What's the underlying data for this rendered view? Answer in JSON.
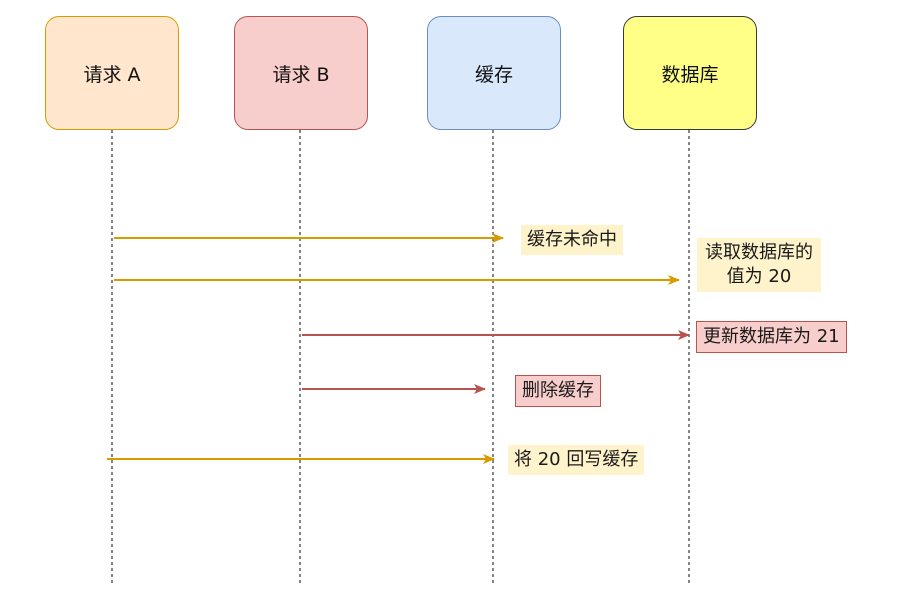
{
  "participants": [
    {
      "id": "req_a",
      "label": "请求 A",
      "fill": "#ffe6cc",
      "stroke": "#d79b00"
    },
    {
      "id": "req_b",
      "label": "请求 B",
      "fill": "#f8cecc",
      "stroke": "#b85450"
    },
    {
      "id": "cache",
      "label": "缓存",
      "fill": "#dae8fc",
      "stroke": "#6c8ebf"
    },
    {
      "id": "db",
      "label": "数据库",
      "fill": "#ffff88",
      "stroke": "#36393d"
    }
  ],
  "colors": {
    "arrow_a": "#d79b00",
    "arrow_b": "#b85450",
    "lifeline": "#333333"
  },
  "messages": [
    {
      "step": 1,
      "from": "请求 A",
      "to": "缓存",
      "label": "缓存未命中"
    },
    {
      "step": 2,
      "from": "请求 A",
      "to": "数据库",
      "label_lines": [
        "读取数据库的",
        "值为 20"
      ]
    },
    {
      "step": 3,
      "from": "请求 B",
      "to": "数据库",
      "label": "更新数据库为 21"
    },
    {
      "step": 4,
      "from": "请求 B",
      "to": "缓存",
      "label": "删除缓存"
    },
    {
      "step": 5,
      "from": "请求 A",
      "to": "缓存",
      "label": "将 20 回写缓存"
    }
  ]
}
